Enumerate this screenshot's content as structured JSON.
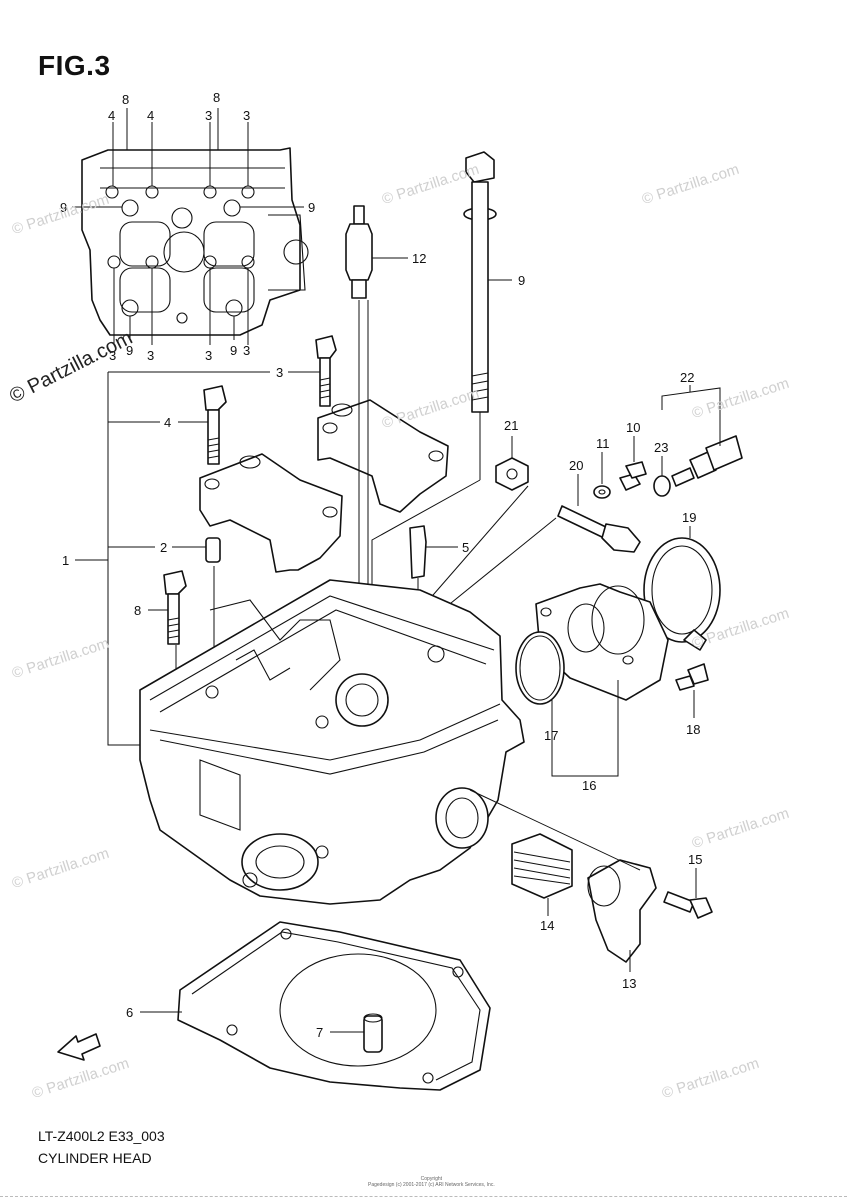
{
  "figure": {
    "title": "FIG.3",
    "model_code": "LT-Z400L2 E33_003",
    "caption": "CYLINDER HEAD"
  },
  "copyright": {
    "main": "© Partzilla.com",
    "watermark": "© Partzilla.com",
    "footer_line1": "Copyright",
    "footer_line2": "Pagedesign (c) 2001-2017 (c) ARI Network Services, Inc."
  },
  "callouts": {
    "c1": "1",
    "c2": "2",
    "c3": "3",
    "c4": "4",
    "c5": "5",
    "c6": "6",
    "c7": "7",
    "c8": "8",
    "c9": "9",
    "c10": "10",
    "c11": "11",
    "c12": "12",
    "c13": "13",
    "c14": "14",
    "c15": "15",
    "c16": "16",
    "c17": "17",
    "c18": "18",
    "c19": "19",
    "c20": "20",
    "c21": "21",
    "c22": "22",
    "c23": "23"
  },
  "inset_callouts": {
    "top": [
      "8",
      "8",
      "4",
      "4",
      "3",
      "3"
    ],
    "left_9": "9",
    "right_9": "9",
    "bottom": [
      "3",
      "9",
      "3",
      "3",
      "9",
      "3"
    ]
  },
  "colors": {
    "ink": "#111111",
    "watermark": "#d0d0d0",
    "background": "#ffffff"
  },
  "icons": {
    "forward_arrow": "fwd-arrow-icon"
  }
}
